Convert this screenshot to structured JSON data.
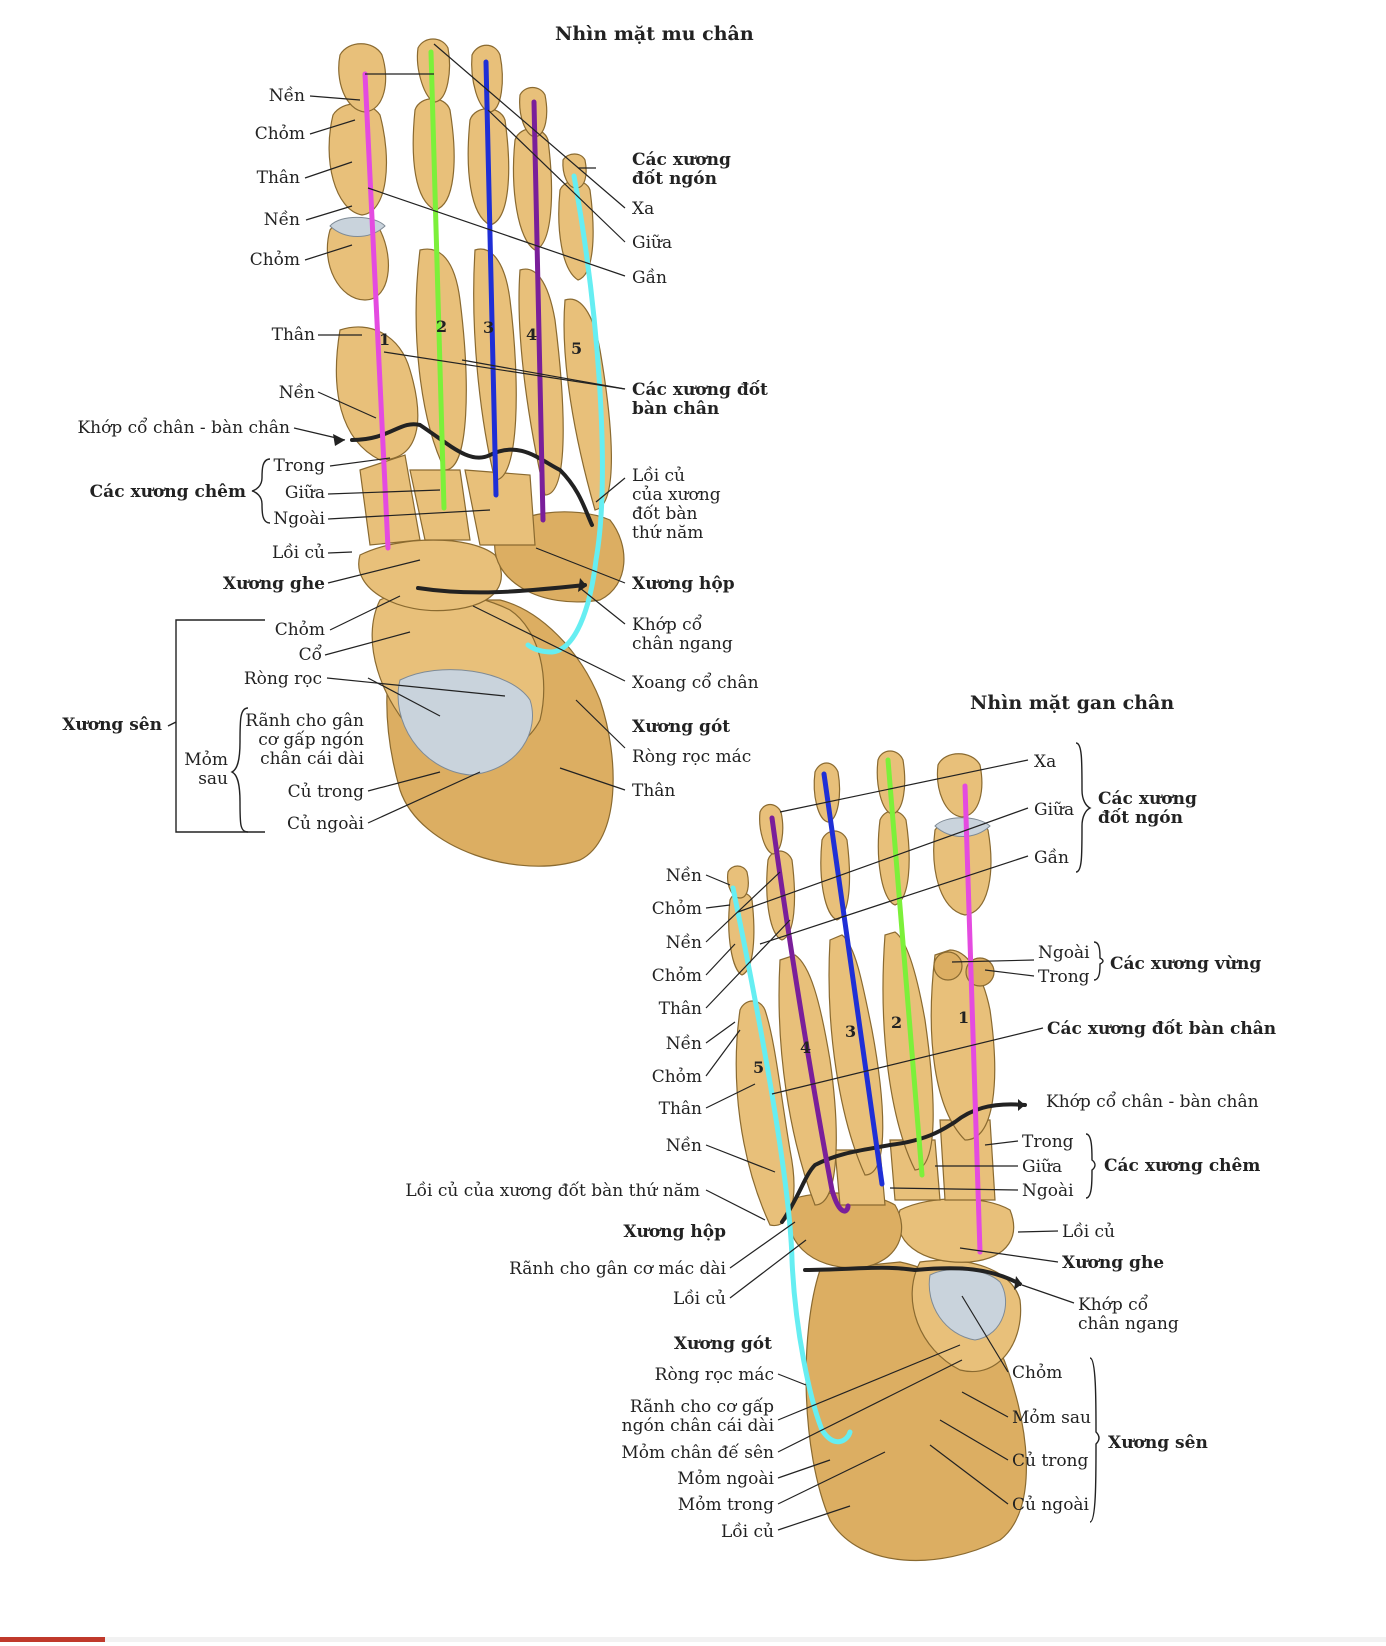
{
  "top_view": {
    "title": "Nhìn mặt mu chân",
    "labels_left": {
      "nen1": "Nền",
      "chom1": "Chỏm",
      "than1": "Thân",
      "nen2": "Nền",
      "chom2": "Chỏm",
      "than2": "Thân",
      "nen3": "Nền",
      "khop_co_chan_ban_chan": "Khớp cổ chân - bàn chân",
      "cac_xuong_chem": "Các xương chêm",
      "trong": "Trong",
      "giua": "Giữa",
      "ngoai": "Ngoài",
      "loi_cu": "Lồi củ",
      "xuong_ghe": "Xương ghe",
      "chom3": "Chỏm",
      "co": "Cổ",
      "rong_roc": "Ròng rọc",
      "xuong_sen": "Xương sên",
      "ranh_line1": "Rãnh cho gân",
      "ranh_line2": "cơ gấp ngón",
      "ranh_line3": "chân cái dài",
      "mom_sau_line1": "Mỏm",
      "mom_sau_line2": "sau",
      "cu_trong": "Củ trong",
      "cu_ngoai": "Củ ngoài"
    },
    "labels_right": {
      "phalanges_line1": "Các xương",
      "phalanges_line2": "đốt ngón",
      "xa": "Xa",
      "giua": "Giữa",
      "gan": "Gần",
      "metatarsals_line1": "Các xương đốt",
      "metatarsals_line2": "bàn chân",
      "tuber_line1": "Lồi củ",
      "tuber_line2": "của xương",
      "tuber_line3": "đốt bàn",
      "tuber_line4": "thứ năm",
      "xuong_hop": "Xương hộp",
      "khop_ngang_line1": "Khớp cổ",
      "khop_ngang_line2": "chân ngang",
      "xoang": "Xoang cổ chân",
      "xuong_got": "Xương gót",
      "rong_roc_mac": "Ròng rọc mác",
      "than": "Thân"
    },
    "numbers": [
      "1",
      "2",
      "3",
      "4",
      "5"
    ]
  },
  "bottom_view": {
    "title": "Nhìn mặt gan chân",
    "labels_left": {
      "nen1": "Nền",
      "chom1": "Chỏm",
      "nen2": "Nền",
      "chom2": "Chỏm",
      "than1": "Thân",
      "nen3": "Nền",
      "chom3": "Chỏm",
      "than2": "Thân",
      "nen4": "Nền",
      "loi_cu_5": "Lồi củ của xương đốt bàn thứ năm",
      "xuong_hop": "Xương hộp",
      "ranh_mac": "Rãnh cho gân cơ mác dài",
      "loi_cu": "Lồi củ",
      "xuong_got": "Xương gót",
      "rong_roc_mac": "Ròng rọc mác",
      "ranh_gap_line1": "Rãnh cho cơ gấp",
      "ranh_gap_line2": "ngón chân cái dài",
      "mom_chan_de_sen": "Mỏm chân đế sên",
      "mom_ngoai": "Mỏm ngoài",
      "mom_trong": "Mỏm trong",
      "loi_cu2": "Lồi củ"
    },
    "labels_right": {
      "xa": "Xa",
      "giua": "Giữa",
      "gan": "Gần",
      "phalanges_line1": "Các xương",
      "phalanges_line2": "đốt ngón",
      "ngoai": "Ngoài",
      "trong": "Trong",
      "cac_xuong_vung": "Các xương vừng",
      "metatarsals": "Các xương đốt bàn chân",
      "khop_co_chan_ban_chan": "Khớp cổ chân - bàn chân",
      "trong2": "Trong",
      "giua2": "Giữa",
      "ngoai2": "Ngoài",
      "cac_xuong_chem": "Các xương chêm",
      "loi_cu": "Lồi củ",
      "xuong_ghe": "Xương ghe",
      "khop_ngang_line1": "Khớp cổ",
      "khop_ngang_line2": "chân ngang",
      "chom": "Chỏm",
      "mom_sau": "Mỏm sau",
      "cu_trong": "Củ trong",
      "cu_ngoai": "Củ ngoài",
      "xuong_sen": "Xương sên"
    },
    "numbers": [
      "1",
      "2",
      "3",
      "4",
      "5"
    ]
  },
  "ray_colors": {
    "ray1": "#e44be0",
    "ray2": "#7cf03a",
    "ray3": "#1f2fd6",
    "ray4": "#7a1f9a",
    "ray5": "#66eef2"
  }
}
